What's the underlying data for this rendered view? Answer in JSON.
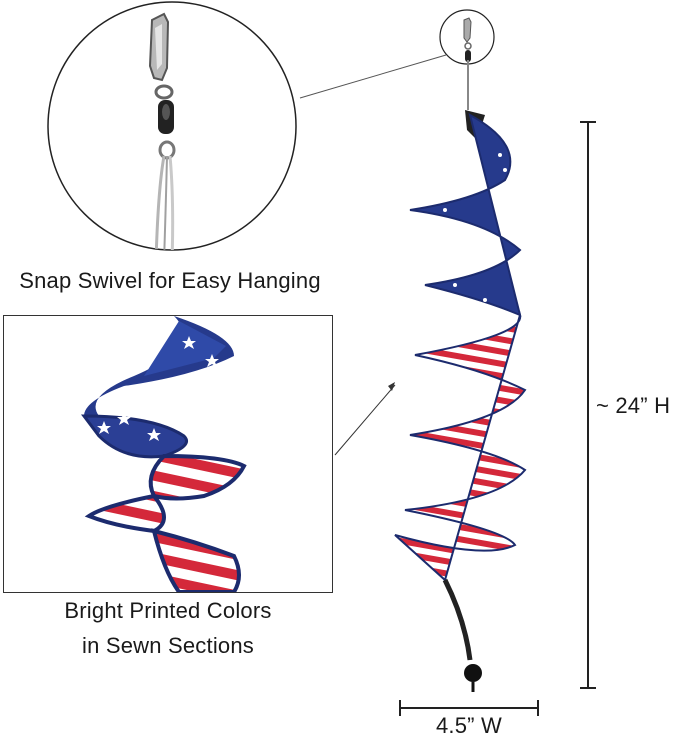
{
  "captions": {
    "swivel": "Snap Swivel for Easy Hanging",
    "colors_line1": "Bright Printed Colors",
    "colors_line2": "in Sewn Sections"
  },
  "dimensions": {
    "height": "~ 24” H",
    "width": "4.5” W"
  },
  "colors": {
    "navy": "#263a8c",
    "red": "#d4283a",
    "white": "#ffffff",
    "silver": "#9a9a9a",
    "black": "#111111"
  }
}
